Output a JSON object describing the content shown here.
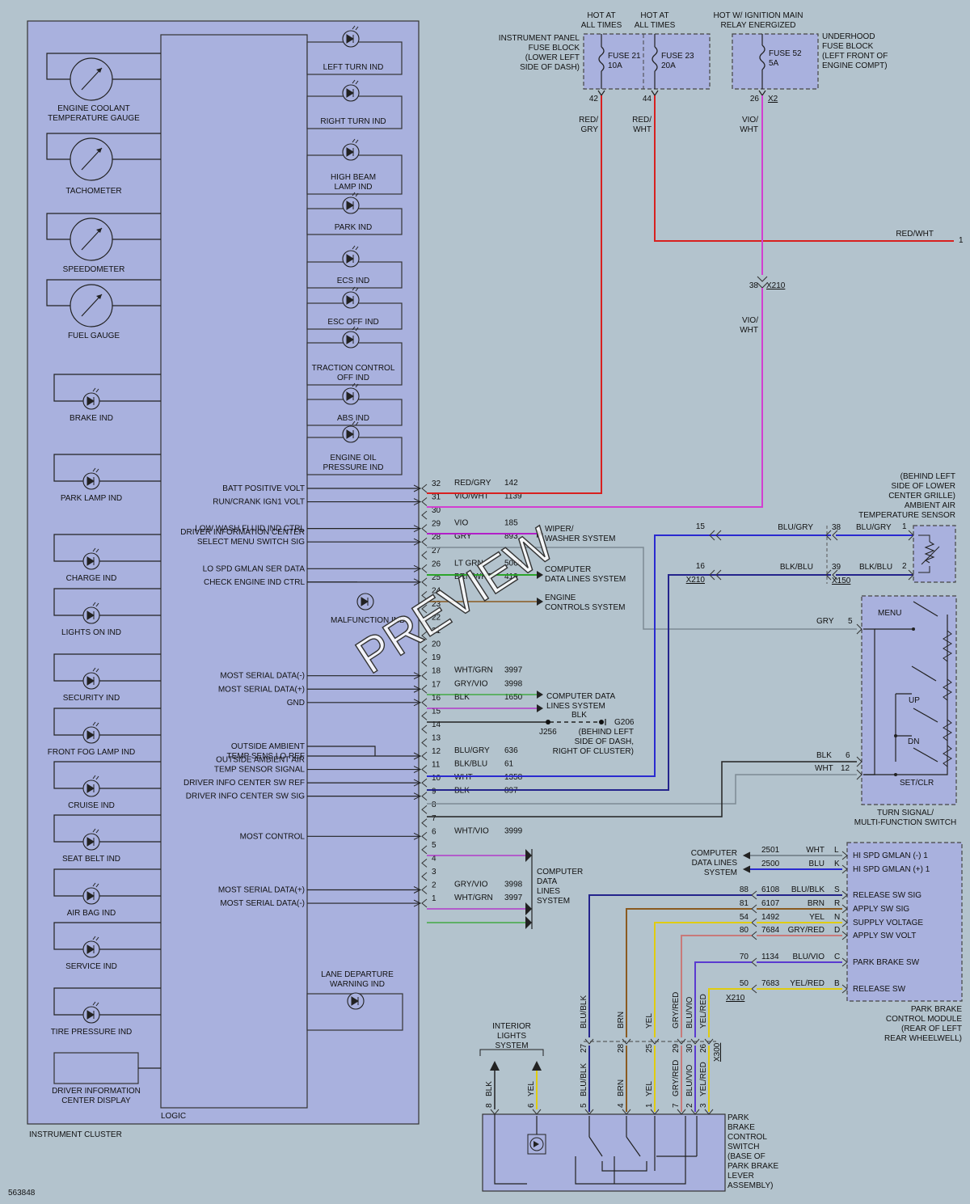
{
  "diagram_id": "563848",
  "cluster": {
    "title": "INSTRUMENT CLUSTER",
    "logic_label": "LOGIC",
    "gauges": [
      {
        "label": "ENGINE COOLANT\nTEMPERATURE GAUGE"
      },
      {
        "label": "TACHOMETER"
      },
      {
        "label": "SPEEDOMETER"
      },
      {
        "label": "FUEL GAUGE"
      }
    ],
    "left_indicators": [
      "BRAKE IND",
      "PARK LAMP IND",
      "CHARGE IND",
      "LIGHTS ON IND",
      "SECURITY IND",
      "FRONT FOG LAMP IND",
      "CRUISE IND",
      "SEAT BELT IND",
      "AIR BAG IND",
      "SERVICE IND",
      "TIRE PRESSURE IND"
    ],
    "display_label": "DRIVER INFORMATION\nCENTER DISPLAY",
    "right_indicators": [
      "LEFT TURN IND",
      "RIGHT TURN IND",
      "HIGH BEAM\nLAMP IND",
      "PARK IND",
      "ECS IND",
      "ESC OFF IND",
      "TRACTION CONTROL\nOFF IND",
      "ABS IND",
      "ENGINE OIL\nPRESSURE IND"
    ],
    "malfunction_label": "MALFUNCTION IND",
    "lane_label": "LANE DEPARTURE\nWARNING IND",
    "signals": [
      {
        "text": "BATT POSITIVE VOLT",
        "pin": 32
      },
      {
        "text": "RUN/CRANK IGN1 VOLT",
        "pin": 31
      },
      {
        "text": "LOW WASH FLUID IND CTRL",
        "pin": 29
      },
      {
        "text": "DRIVER INFORMATION CENTER\nSELECT MENU SWITCH SIG",
        "pin": 28
      },
      {
        "text": "LO SPD GMLAN SER DATA",
        "pin": 26
      },
      {
        "text": "CHECK ENGINE IND CTRL",
        "pin": 25
      },
      {
        "text": "MOST SERIAL DATA(-)",
        "pin": 18
      },
      {
        "text": "MOST SERIAL DATA(+)",
        "pin": 17
      },
      {
        "text": "GND",
        "pin": 16
      },
      {
        "text": "OUTSIDE AMBIENT\nTEMP SENS LO REF",
        "pin": 12
      },
      {
        "text": "OUTSIDE AMBIENT AIR\nTEMP SENSOR SIGNAL",
        "pin": 11
      },
      {
        "text": "DRIVER INFO CENTER SW REF",
        "pin": 10
      },
      {
        "text": "DRIVER INFO CENTER SW SIG",
        "pin": 9
      },
      {
        "text": "MOST CONTROL",
        "pin": 6
      },
      {
        "text": "MOST SERIAL DATA(+)",
        "pin": 2
      },
      {
        "text": "MOST SERIAL DATA(-)",
        "pin": 1
      }
    ],
    "connector_pins": [
      {
        "pin": 32,
        "color": "RED/GRY",
        "circuit": "142"
      },
      {
        "pin": 31,
        "color": "VIO/WHT",
        "circuit": "1139"
      },
      {
        "pin": 30,
        "color": "",
        "circuit": ""
      },
      {
        "pin": 29,
        "color": "VIO",
        "circuit": "185"
      },
      {
        "pin": 28,
        "color": "GRY",
        "circuit": "893"
      },
      {
        "pin": 27,
        "color": "",
        "circuit": ""
      },
      {
        "pin": 26,
        "color": "LT GRN",
        "circuit": "5060"
      },
      {
        "pin": 25,
        "color": "BRN/WHT",
        "circuit": "419"
      },
      {
        "pin": 24,
        "color": "",
        "circuit": ""
      },
      {
        "pin": 23,
        "color": "",
        "circuit": ""
      },
      {
        "pin": 22,
        "color": "",
        "circuit": ""
      },
      {
        "pin": 21,
        "color": "",
        "circuit": ""
      },
      {
        "pin": 20,
        "color": "",
        "circuit": ""
      },
      {
        "pin": 19,
        "color": "",
        "circuit": ""
      },
      {
        "pin": 18,
        "color": "WHT/GRN",
        "circuit": "3997"
      },
      {
        "pin": 17,
        "color": "GRY/VIO",
        "circuit": "3998"
      },
      {
        "pin": 16,
        "color": "BLK",
        "circuit": "1650"
      },
      {
        "pin": 15,
        "color": "",
        "circuit": ""
      },
      {
        "pin": 14,
        "color": "",
        "circuit": ""
      },
      {
        "pin": 13,
        "color": "",
        "circuit": ""
      },
      {
        "pin": 12,
        "color": "BLU/GRY",
        "circuit": "636"
      },
      {
        "pin": 11,
        "color": "BLK/BLU",
        "circuit": "61"
      },
      {
        "pin": 10,
        "color": "WHT",
        "circuit": "1358"
      },
      {
        "pin": 9,
        "color": "BLK",
        "circuit": "897"
      },
      {
        "pin": 8,
        "color": "",
        "circuit": ""
      },
      {
        "pin": 7,
        "color": "",
        "circuit": ""
      },
      {
        "pin": 6,
        "color": "WHT/VIO",
        "circuit": "3999"
      },
      {
        "pin": 5,
        "color": "",
        "circuit": ""
      },
      {
        "pin": 4,
        "color": "",
        "circuit": ""
      },
      {
        "pin": 3,
        "color": "",
        "circuit": ""
      },
      {
        "pin": 2,
        "color": "GRY/VIO",
        "circuit": "3998"
      },
      {
        "pin": 1,
        "color": "WHT/GRN",
        "circuit": "3997"
      }
    ]
  },
  "fuses": {
    "hot_label_1": "HOT AT\nALL TIMES",
    "hot_label_2": "HOT AT\nALL TIMES",
    "hot_label_3": "HOT W/ IGNITION MAIN\nRELAY ENERGIZED",
    "ip_block_label": "INSTRUMENT PANEL\nFUSE BLOCK\n(LOWER LEFT\nSIDE OF DASH)",
    "uh_block_label": "UNDERHOOD\nFUSE BLOCK\n(LEFT FRONT OF\nENGINE COMPT)",
    "fuse21": "FUSE 21\n10A",
    "fuse23": "FUSE 23\n20A",
    "fuse52": "FUSE 52\n5A",
    "pin42": "42",
    "pin44": "44",
    "pin26": "26",
    "x2": "X2",
    "wire42": "RED/\nGRY",
    "wire44": "RED/\nWHT",
    "wire26": "VIO/\nWHT",
    "redwht_label": "RED/WHT",
    "redwht_ref": "1",
    "x210_pin": "38",
    "x210": "X210",
    "wire_after_x210": "VIO/\nWHT"
  },
  "destinations": {
    "wiper": "WIPER/\nWASHER SYSTEM",
    "comp_data_1": "COMPUTER\nDATA LINES SYSTEM",
    "engine_controls": "ENGINE\nCONTROLS SYSTEM",
    "comp_data_2": "COMPUTER DATA\nLINES SYSTEM",
    "blk": "BLK",
    "j256": "J256",
    "g206": "G206",
    "g206_loc": "(BEHIND LEFT\nSIDE OF DASH,\nRIGHT OF CLUSTER)",
    "comp_data_3": "COMPUTER\nDATA\nLINES\nSYSTEM"
  },
  "ambient_sensor": {
    "label": "(BEHIND LEFT\nSIDE OF LOWER\nCENTER GRILLE)\nAMBIENT AIR\nTEMPERATURE SENSOR",
    "pin15": "15",
    "pin16": "16",
    "x210": "X210",
    "x150": "X150",
    "wire_a": "BLU/GRY",
    "wire_b": "BLK/BLU",
    "pin38": "38",
    "pin39": "39",
    "wire_a2": "BLU/GRY",
    "wire_b2": "BLK/BLU",
    "p1": "1",
    "p2": "2"
  },
  "turn_switch": {
    "label": "TURN SIGNAL/\nMULTI-FUNCTION SWITCH",
    "menu": "MENU",
    "up": "UP",
    "dn": "DN",
    "setclr": "SET/CLR",
    "gry": "GRY",
    "p5": "5",
    "blk": "BLK",
    "p6": "6",
    "wht": "WHT",
    "p12": "12"
  },
  "pbcm": {
    "label": "PARK BRAKE\nCONTROL MODULE\n(REAR OF LEFT\nREAR WHEELWELL)",
    "comp_data": "COMPUTER\nDATA LINES\nSYSTEM",
    "x210": "X210",
    "rows": [
      {
        "circuit": "2501",
        "color": "WHT",
        "pin": "L",
        "func": "HI SPD GMLAN (-) 1"
      },
      {
        "circuit": "2500",
        "color": "BLU",
        "pin": "K",
        "func": "HI SPD GMLAN (+) 1"
      },
      {
        "x210pin": "88",
        "circuit": "6108",
        "color": "BLU/BLK",
        "pin": "S",
        "func": "RELEASE SW SIG"
      },
      {
        "x210pin": "81",
        "circuit": "6107",
        "color": "BRN",
        "pin": "R",
        "func": "APPLY SW SIG"
      },
      {
        "x210pin": "54",
        "circuit": "1492",
        "color": "YEL",
        "pin": "N",
        "func": "SUPPLY VOLTAGE"
      },
      {
        "x210pin": "80",
        "circuit": "7684",
        "color": "GRY/RED",
        "pin": "D",
        "func": "APPLY SW VOLT"
      },
      {
        "x210pin": "70",
        "circuit": "1134",
        "color": "BLU/VIO",
        "pin": "C",
        "func": "PARK BRAKE SW"
      },
      {
        "x210pin": "50",
        "circuit": "7683",
        "color": "YEL/RED",
        "pin": "B",
        "func": "RELEASE SW"
      }
    ]
  },
  "park_switch": {
    "label": "PARK\nBRAKE\nCONTROL\nSWITCH\n(BASE OF\nPARK BRAKE\nLEVER\nASSEMBLY)",
    "interior": "INTERIOR\nLIGHTS\nSYSTEM",
    "x300": "X300",
    "upper": [
      {
        "color": "BLU/BLK",
        "pin": "27"
      },
      {
        "color": "BRN",
        "pin": "28"
      },
      {
        "color": "YEL",
        "pin": "25"
      },
      {
        "color": "GRY/RED",
        "pin": "29"
      },
      {
        "color": "BLU/VIO",
        "pin": "30"
      },
      {
        "color": "YEL/RED",
        "pin": "26"
      }
    ],
    "lower": [
      {
        "color": "BLK",
        "pin": "8"
      },
      {
        "color": "YEL",
        "pin": "6"
      },
      {
        "color": "BLU/BLK",
        "pin": "5"
      },
      {
        "color": "BRN",
        "pin": "4"
      },
      {
        "color": "YEL",
        "pin": "1"
      },
      {
        "color": "GRY/RED",
        "pin": "7"
      },
      {
        "color": "BLU/VIO",
        "pin": "2"
      },
      {
        "color": "YEL/RED",
        "pin": "3"
      }
    ]
  },
  "watermark": "PREVIEW",
  "colors": {
    "red": "#d8201f",
    "magenta": "#d23fd0",
    "violet": "#b21ec8",
    "green": "#2ca42a",
    "blue": "#2a2ad0",
    "gray": "#7d8a93",
    "yellow": "#e0cc10",
    "brown": "#8a5a20",
    "navy": "#24248c",
    "panel": "#a9b1de"
  }
}
